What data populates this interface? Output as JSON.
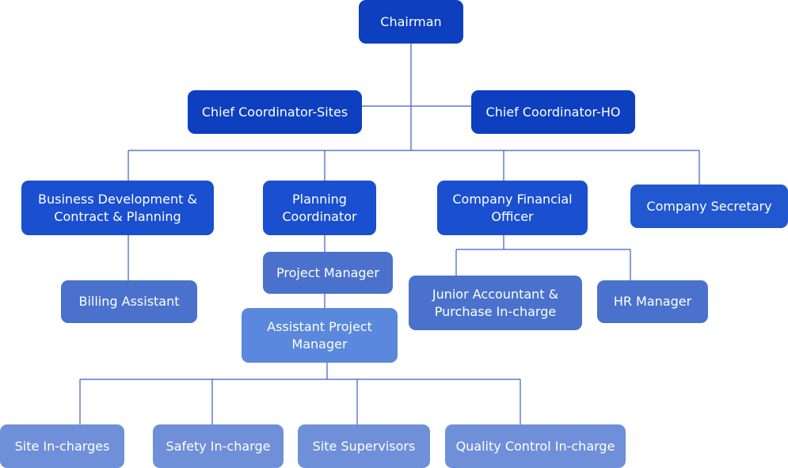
{
  "org_chart": {
    "chairman": "Chairman",
    "chief_sites": "Chief Coordinator-Sites",
    "chief_ho": "Chief Coordinator-HO",
    "business_development_line1": "Business Development &",
    "business_development_line2": "Contract & Planning",
    "planning_coordinator_line1": "Planning",
    "planning_coordinator_line2": "Coordinator",
    "cfo_line1": "Company Financial",
    "cfo_line2": "Officer",
    "company_secretary": "Company Secretary",
    "billing_assistant": "Billing Assistant",
    "project_manager": "Project Manager",
    "assistant_pm_line1": "Assistant Project",
    "assistant_pm_line2": "Manager",
    "junior_accountant_line1": "Junior Accountant &",
    "junior_accountant_line2": "Purchase In-charge",
    "hr_manager": "HR Manager",
    "site_incharges": "Site In-charges",
    "safety_incharge": "Safety In-charge",
    "site_supervisors": "Site Supervisors",
    "quality_control": "Quality Control In-charge"
  },
  "colors": {
    "connector": "#3a5fc8",
    "level_1": "#0d3fbf",
    "level_2": "#1a4fd0",
    "level_3": "#2258cf",
    "level_4": "#4a72cc",
    "level_5": "#5a88dc",
    "level_6": "#6f90d8"
  }
}
